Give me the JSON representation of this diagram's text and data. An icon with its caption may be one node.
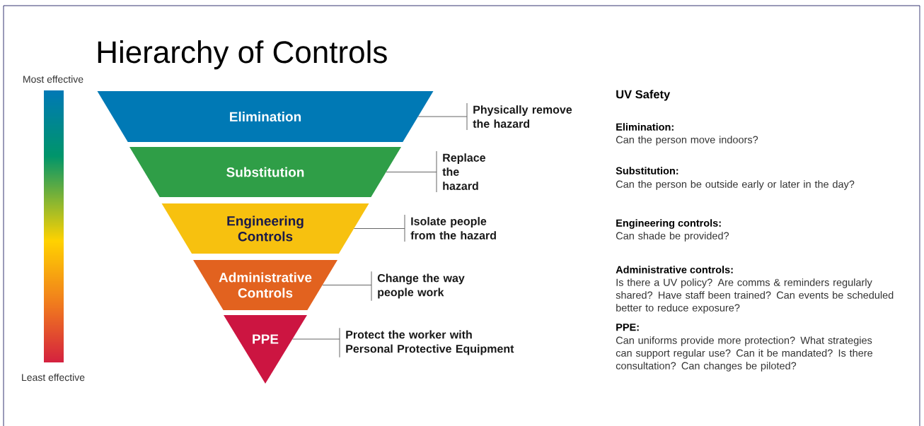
{
  "diagram": {
    "title": "Hierarchy of Controls",
    "nodes": [
      {
        "text": [
          "Elimination"
        ]
      },
      {
        "text": [
          "Substitution"
        ]
      },
      {
        "text": [
          "Engineering Controls"
        ]
      },
      {
        "text": [
          "Administrative Controls"
        ]
      },
      {
        "text": [
          "PPE"
        ]
      },
      {
        "text": [
          "Physically remove the hazard"
        ]
      },
      {
        "text": [
          "Replace the hazard"
        ]
      },
      {
        "text": [
          "Isolate people from the hazard"
        ]
      },
      {
        "text": [
          "Change the way people work"
        ]
      },
      {
        "text": [
          "Protect the worker with Personal Protective Equipment"
        ]
      }
    ],
    "edges": [
      {
        "from": 0,
        "to": 5,
        "arrow": "none"
      },
      {
        "from": 1,
        "to": 6,
        "arrow": "none"
      },
      {
        "from": 2,
        "to": 7,
        "arrow": "none"
      },
      {
        "from": 3,
        "to": 8,
        "arrow": "none"
      },
      {
        "from": 4,
        "to": 9,
        "arrow": "none"
      }
    ],
    "labels": [
      "Most effective",
      "Least effective",
      "UV Safety",
      "Elimination:",
      "Can the person move indoors?",
      "Substitution:",
      "Can the person be outside early or later in the day?",
      "Engineering controls:",
      "Can shade be provided?",
      "Administrative controls:",
      "Is there a UV policy? Are comms & reminders regularly shared? Have staff been trained? Can events be scheduled better to reduce exposure?",
      "PPE:",
      "Can uniforms provide more protection? What strategies can support regular use? Can it be mandated? Is there consultation? Can changes be piloted?"
    ]
  }
}
